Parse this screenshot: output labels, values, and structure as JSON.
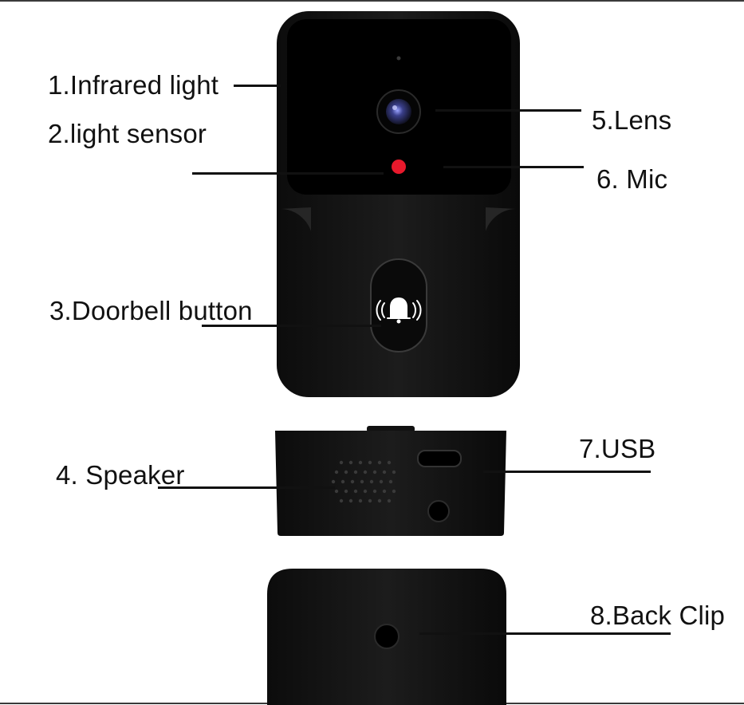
{
  "labels": {
    "infrared_light": "1.Infrared light",
    "light_sensor": "2.light sensor",
    "doorbell_button": "3.Doorbell button",
    "speaker": "4. Speaker",
    "lens": "5.Lens",
    "mic": "6. Mic",
    "usb": "7.USB",
    "back_clip": "8.Back Clip"
  },
  "colors": {
    "device_body": "#111111",
    "panel": "#000000",
    "indicator": "#e8192c",
    "lens": "#3a3f8a"
  },
  "icons": {
    "doorbell_button": "bell-icon"
  }
}
